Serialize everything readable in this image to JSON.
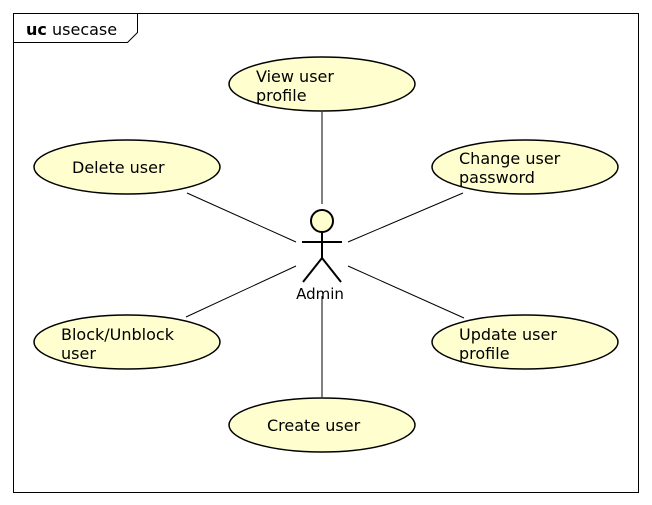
{
  "frame": {
    "keyword": "uc",
    "name": "usecase"
  },
  "actor": {
    "label": "Admin"
  },
  "use_cases": [
    {
      "id": "view-user-profile",
      "lines": [
        "View user",
        "profile"
      ]
    },
    {
      "id": "delete-user",
      "lines": [
        "Delete user"
      ]
    },
    {
      "id": "change-user-password",
      "lines": [
        "Change user",
        "password"
      ]
    },
    {
      "id": "block-unblock-user",
      "lines": [
        "Block/Unblock",
        "user"
      ]
    },
    {
      "id": "update-user-profile",
      "lines": [
        "Update user",
        "profile"
      ]
    },
    {
      "id": "create-user",
      "lines": [
        "Create user"
      ]
    }
  ],
  "colors": {
    "use_case_fill": "#FEFECE",
    "stroke": "#000000",
    "actor_fill": "#FEFECE"
  }
}
